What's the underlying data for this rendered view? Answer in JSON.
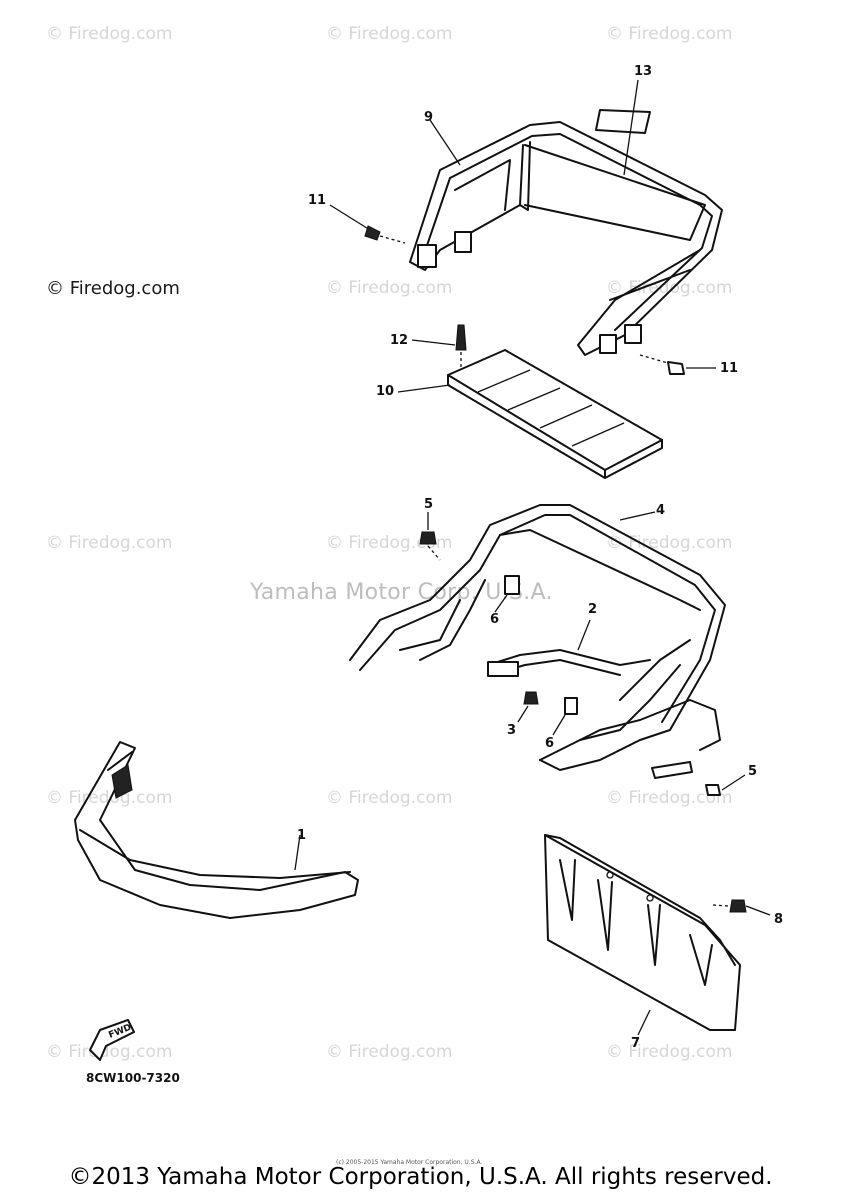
{
  "watermark": "© Firedog.com",
  "center_watermark": "Yamaha Motor Corp. U.S.A.",
  "diagram_code": "8CW100-7320",
  "fwd_label": "FWD",
  "fine_print": "(c) 2005-2015 Yamaha Motor Corporation, U.S.A.",
  "copyright": "©2013 Yamaha Motor Corporation, U.S.A. All rights reserved.",
  "callouts": [
    "13",
    "9",
    "11",
    "11",
    "12",
    "10",
    "5",
    "4",
    "6",
    "2",
    "3",
    "6",
    "5",
    "1",
    "8",
    "7"
  ]
}
